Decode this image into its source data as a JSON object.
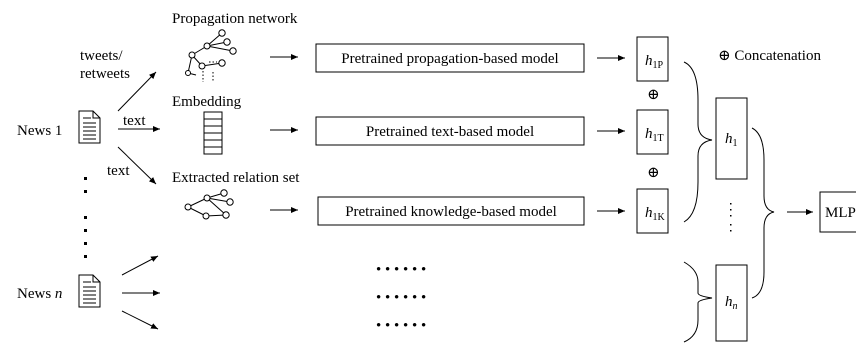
{
  "news": {
    "news1_label": "News 1",
    "newsn_prefix": "News",
    "newsn_var": "n"
  },
  "branches": {
    "tweets_line1": "tweets/",
    "tweets_line2": "retweets",
    "text_upper": "text",
    "text_lower": "text"
  },
  "inputs": {
    "propagation": "Propagation network",
    "embedding": "Embedding",
    "relations": "Extracted relation set"
  },
  "models": {
    "propagation": "Pretrained propagation-based model",
    "text": "Pretrained text-based model",
    "knowledge": "Pretrained knowledge-based model"
  },
  "vectors": {
    "h": "h",
    "p_sub": "1P",
    "t_sub": "1T",
    "k_sub": "1K",
    "h1_sub": "1",
    "hn_sub": "n"
  },
  "concat": {
    "symbol": "⊕",
    "legend": "⊕ Concatenation"
  },
  "output": {
    "mlp": "MLP"
  },
  "ellipsis": {
    "row": "• • •     • • •"
  }
}
